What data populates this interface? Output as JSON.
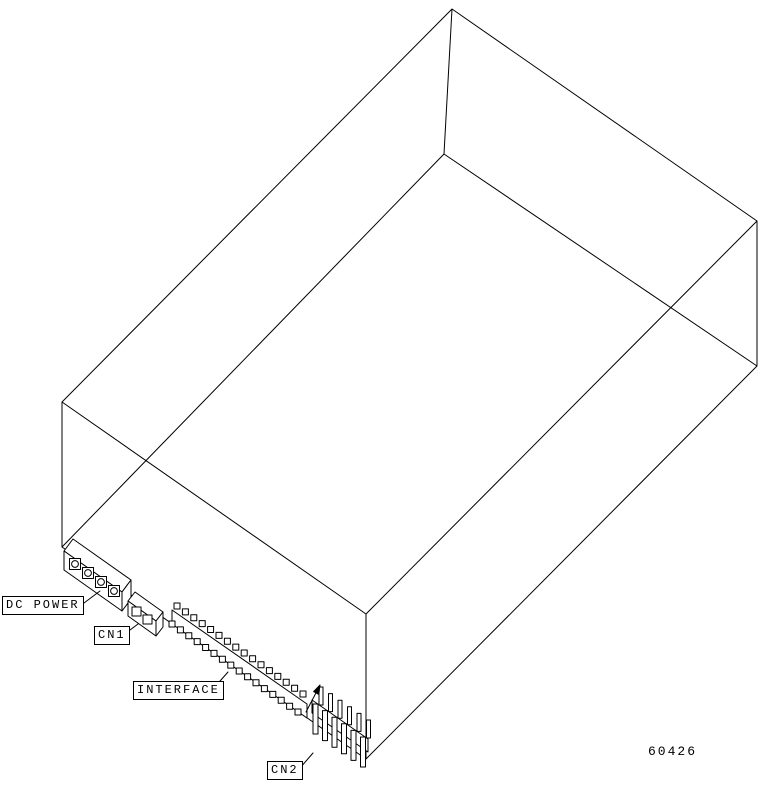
{
  "figure": {
    "description": "Isometric wireframe line drawing of a disk drive showing connector locations",
    "part_number": "60426"
  },
  "labels": {
    "dc_power": "DC POWER",
    "cn1": "CN1",
    "interface": "INTERFACE",
    "cn2": "CN2"
  },
  "connectors": {
    "dc_power": {
      "label": "DC POWER",
      "pins_drawn": 4
    },
    "cn1": {
      "label": "CN1",
      "pins_drawn": 2
    },
    "interface": {
      "label": "INTERFACE",
      "rows": 2,
      "pins_per_row_drawn": 16
    },
    "cn2": {
      "label": "CN2",
      "rows": 2,
      "pins_per_row_drawn": 6
    }
  },
  "colors": {
    "line": "#000000",
    "background": "#ffffff"
  }
}
